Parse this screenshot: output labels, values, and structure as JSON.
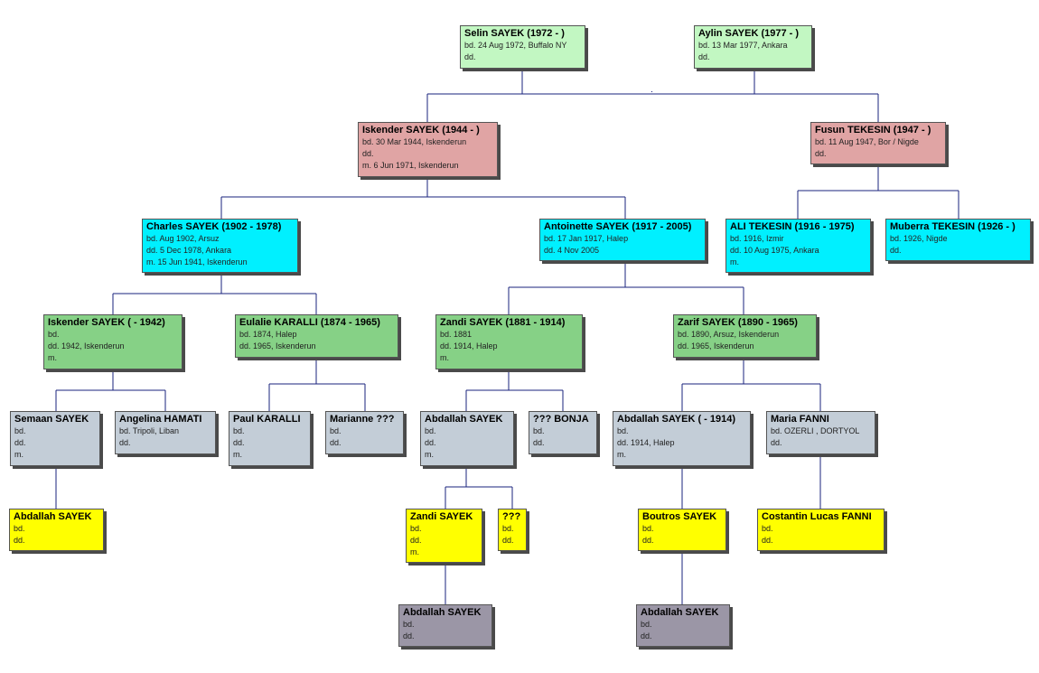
{
  "people": {
    "selin": {
      "name": "Selin SAYEK (1972 - )",
      "lines": [
        "bd. 24 Aug 1972, Buffalo NY",
        "dd."
      ]
    },
    "aylin": {
      "name": "Aylin SAYEK (1977 - )",
      "lines": [
        "bd. 13 Mar 1977, Ankara",
        "dd."
      ]
    },
    "iskender1944": {
      "name": "Iskender SAYEK (1944 - )",
      "lines": [
        "bd. 30 Mar 1944, Iskenderun",
        "dd.",
        "m. 6 Jun 1971, Iskenderun"
      ]
    },
    "fusun": {
      "name": "Fusun TEKESIN (1947 - )",
      "lines": [
        "bd. 11 Aug 1947, Bor / Nigde",
        "dd."
      ]
    },
    "charles": {
      "name": "Charles SAYEK (1902 - 1978)",
      "lines": [
        "bd. Aug 1902, Arsuz",
        "dd. 5 Dec 1978, Ankara",
        "m. 15 Jun 1941, Iskenderun"
      ]
    },
    "antoinette": {
      "name": "Antoinette SAYEK (1917 - 2005)",
      "lines": [
        "bd. 17 Jan 1917, Halep",
        "dd. 4 Nov 2005"
      ]
    },
    "ali": {
      "name": "ALI TEKESIN (1916 - 1975)",
      "lines": [
        "bd. 1916, Izmir",
        "dd. 10 Aug 1975, Ankara",
        "m."
      ]
    },
    "muberra": {
      "name": "Muberra TEKESIN (1926 - )",
      "lines": [
        "bd. 1926, Nigde",
        "dd."
      ]
    },
    "iskender1942": {
      "name": "Iskender SAYEK ( - 1942)",
      "lines": [
        "bd.",
        "dd. 1942, Iskenderun",
        "m."
      ]
    },
    "eulalie": {
      "name": "Eulalie KARALLI (1874 - 1965)",
      "lines": [
        "bd. 1874, Halep",
        "dd. 1965, Iskenderun"
      ]
    },
    "zandi1881": {
      "name": "Zandi SAYEK (1881 - 1914)",
      "lines": [
        "bd. 1881",
        "dd. 1914, Halep",
        "m."
      ]
    },
    "zarif": {
      "name": "Zarif SAYEK (1890 - 1965)",
      "lines": [
        "bd. 1890, Arsuz, Iskenderun",
        "dd. 1965, Iskenderun"
      ]
    },
    "semaan": {
      "name": "Semaan SAYEK",
      "lines": [
        "bd.",
        "dd.",
        "m."
      ]
    },
    "angelina": {
      "name": "Angelina HAMATI",
      "lines": [
        "bd. Tripoli, Liban",
        "dd."
      ]
    },
    "paul": {
      "name": "Paul KARALLI",
      "lines": [
        "bd.",
        "dd.",
        "m."
      ]
    },
    "marianne": {
      "name": "Marianne ???",
      "lines": [
        "bd.",
        "dd."
      ]
    },
    "abdallah_z": {
      "name": "Abdallah SAYEK",
      "lines": [
        "bd.",
        "dd.",
        "m."
      ]
    },
    "bonja": {
      "name": "??? BONJA",
      "lines": [
        "bd.",
        "dd."
      ]
    },
    "abdallah1914": {
      "name": "Abdallah SAYEK ( - 1914)",
      "lines": [
        "bd.",
        "dd. 1914, Halep",
        "m."
      ]
    },
    "maria": {
      "name": "Maria FANNI",
      "lines": [
        "bd. OZERLI , DORTYOL",
        "dd."
      ]
    },
    "abdallah_s": {
      "name": "Abdallah SAYEK",
      "lines": [
        "bd.",
        "dd."
      ]
    },
    "zandi_y": {
      "name": "Zandi SAYEK",
      "lines": [
        "bd.",
        "dd.",
        "m."
      ]
    },
    "unknown": {
      "name": "???",
      "lines": [
        "bd.",
        "dd."
      ]
    },
    "boutros": {
      "name": "Boutros SAYEK",
      "lines": [
        "bd.",
        "dd."
      ]
    },
    "costantin": {
      "name": "Costantin Lucas FANNI",
      "lines": [
        "bd.",
        "dd."
      ]
    },
    "abdallah_p1": {
      "name": "Abdallah SAYEK",
      "lines": [
        "bd.",
        "dd."
      ]
    },
    "abdallah_p2": {
      "name": "Abdallah SAYEK",
      "lines": [
        "bd.",
        "dd."
      ]
    }
  },
  "colors": {
    "children": "#c2f7c2",
    "parents": "#e0a4a4",
    "grandparents": "#00f0ff",
    "great_grandparents": "#86d186",
    "gen4": "#c3cdd7",
    "gen5": "#ffff00",
    "gen6": "#9b96a6",
    "connector": "#1a237e"
  }
}
